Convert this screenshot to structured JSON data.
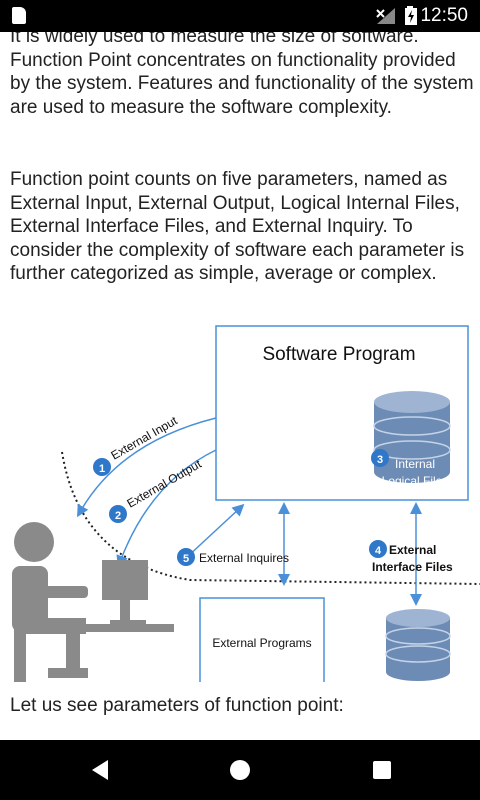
{
  "status_bar": {
    "time": "12:50"
  },
  "article": {
    "paragraphs": [
      "It is widely used to measure the size of software. Function Point concentrates on functionality provided by the system. Features and functionality of the system are used to measure the software complexity.",
      "Function point counts on five parameters, named as External Input, External Output, Logical Internal Files, External Interface Files, and External Inquiry. To consider the complexity of software each parameter is further categorized as simple, average or complex.",
      "Let us see parameters of function point:"
    ]
  },
  "diagram": {
    "title": "Software Program",
    "labels": {
      "external_input": "External Input",
      "external_output": "External Output",
      "internal_line1": "Internal",
      "internal_line2": "Logical Files",
      "external_inquires": "External Inquires",
      "external_interface_line1": "External",
      "external_interface_line2": "Interface Files",
      "external_programs": "External Programs"
    },
    "badges": [
      "1",
      "2",
      "3",
      "4",
      "5"
    ],
    "colors": {
      "accent": "#2f77c8",
      "box": "#4a90d9",
      "database": "#6d8cb5",
      "person": "#8a8a8a"
    }
  },
  "nav_bar": {
    "icons": [
      "back-icon",
      "home-icon",
      "recents-icon"
    ]
  }
}
